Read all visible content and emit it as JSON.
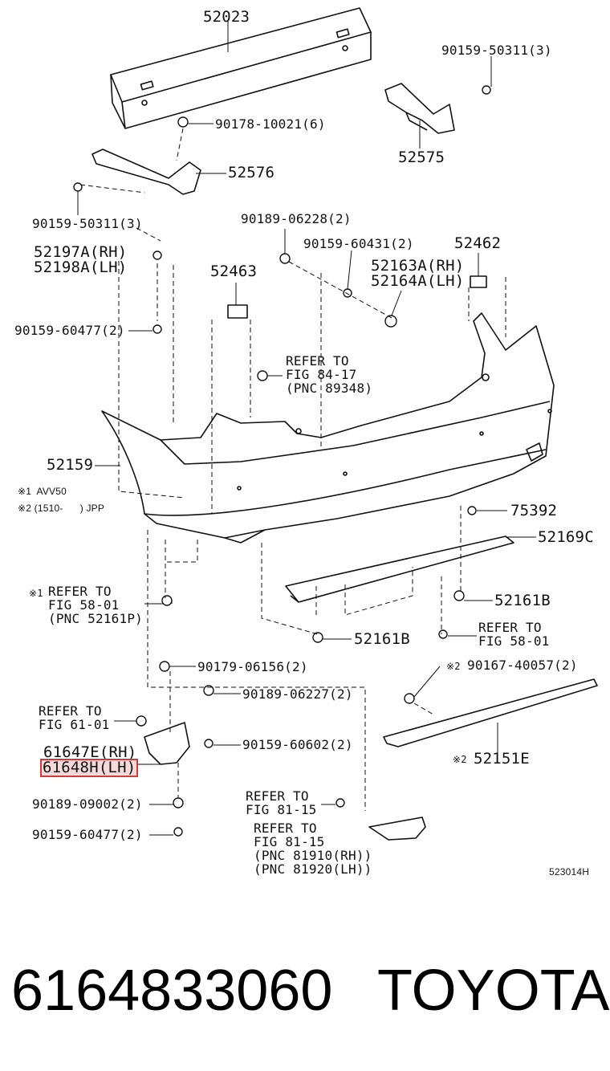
{
  "parts": {
    "p52023": "52023",
    "p90159_50311_top": "90159-50311(3)",
    "p90178": "90178-10021(6)",
    "p52575": "52575",
    "p52576": "52576",
    "p90159_50311_left": "90159-50311(3)",
    "p90189_06228": "90189-06228(2)",
    "p90159_60431": "90159-60431(2)",
    "p52462": "52462",
    "p52197": "52197A(RH)",
    "p52198": "52198A(LH)",
    "p52463": "52463",
    "p52163": "52163A(RH)",
    "p52164": "52164A(LH)",
    "p90159_60477_a": "90159-60477(2)",
    "ref_84_a": "REFER TO",
    "ref_84_b": "FIG 84-17",
    "ref_84_c": "(PNC 89348)",
    "p52159": "52159",
    "note1": "※1  AVV50",
    "note2": "※2 (1510-      ) JPP",
    "p75392": "75392",
    "p52169c": "52169C",
    "mark1": "※1",
    "ref_58_a": "REFER TO",
    "ref_58_b": "FIG 58-01",
    "ref_58_c": "(PNC 52161P)",
    "p52161b_r": "52161B",
    "p52161b_l": "52161B",
    "ref_58r_a": "REFER TO",
    "ref_58r_b": "FIG 58-01",
    "p90179": "90179-06156(2)",
    "mark2a": "※2",
    "p90167": "90167-40057(2)",
    "p90189_06227": "90189-06227(2)",
    "ref_61_a": "REFER TO",
    "ref_61_b": "FIG 61-01",
    "p90159_60602": "90159-60602(2)",
    "p61647": "61647E(RH)",
    "p61648": "61648H(LH)",
    "mark2b": "※2",
    "p52151e": "52151E",
    "p90189_09002": "90189-09002(2)",
    "ref_81a_a": "REFER TO",
    "ref_81a_b": "FIG 81-15",
    "p90159_60477_b": "90159-60477(2)",
    "ref_81b_a": "REFER TO",
    "ref_81b_b": "FIG 81-15",
    "ref_81b_c": "(PNC 81910(RH))",
    "ref_81b_d": "(PNC 81920(LH))",
    "diagram_code": "523014H"
  },
  "highlight_color": "#d23b3b",
  "footer": {
    "part_number": "6164833060",
    "brand": "TOYOTA"
  }
}
